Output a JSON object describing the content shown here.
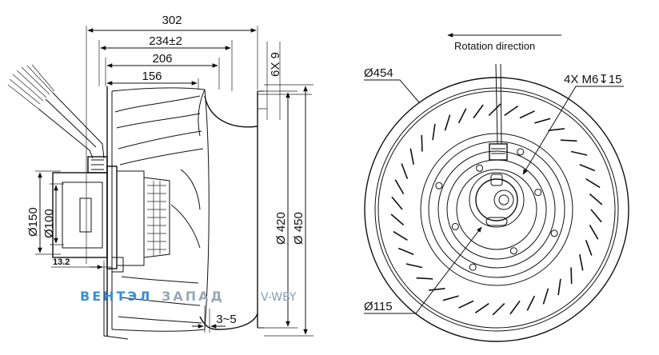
{
  "side_view": {
    "dims": {
      "overall_length": "302",
      "impeller_length": "234±2",
      "length_206": "206",
      "length_156": "156",
      "mount_holes": "6X 9",
      "dia_420": "Ø 420",
      "dia_450": "Ø 450",
      "dia_150": "Ø150",
      "dia_100": "Ø100",
      "offset_13_2": "13.2",
      "gap_3_5": "3~5"
    }
  },
  "front_view": {
    "rotation_label": "Rotation direction",
    "dims": {
      "dia_454": "Ø454",
      "threads": "4X M6↧15",
      "dia_115": "Ø115"
    }
  },
  "watermark": {
    "brand_blue": "ВЕНТЭЛ",
    "brand_grey": "ЗАПАД",
    "site": "V-WBY",
    "color_blue": "#3b8fd6",
    "color_grey": "#9aa7b8"
  }
}
